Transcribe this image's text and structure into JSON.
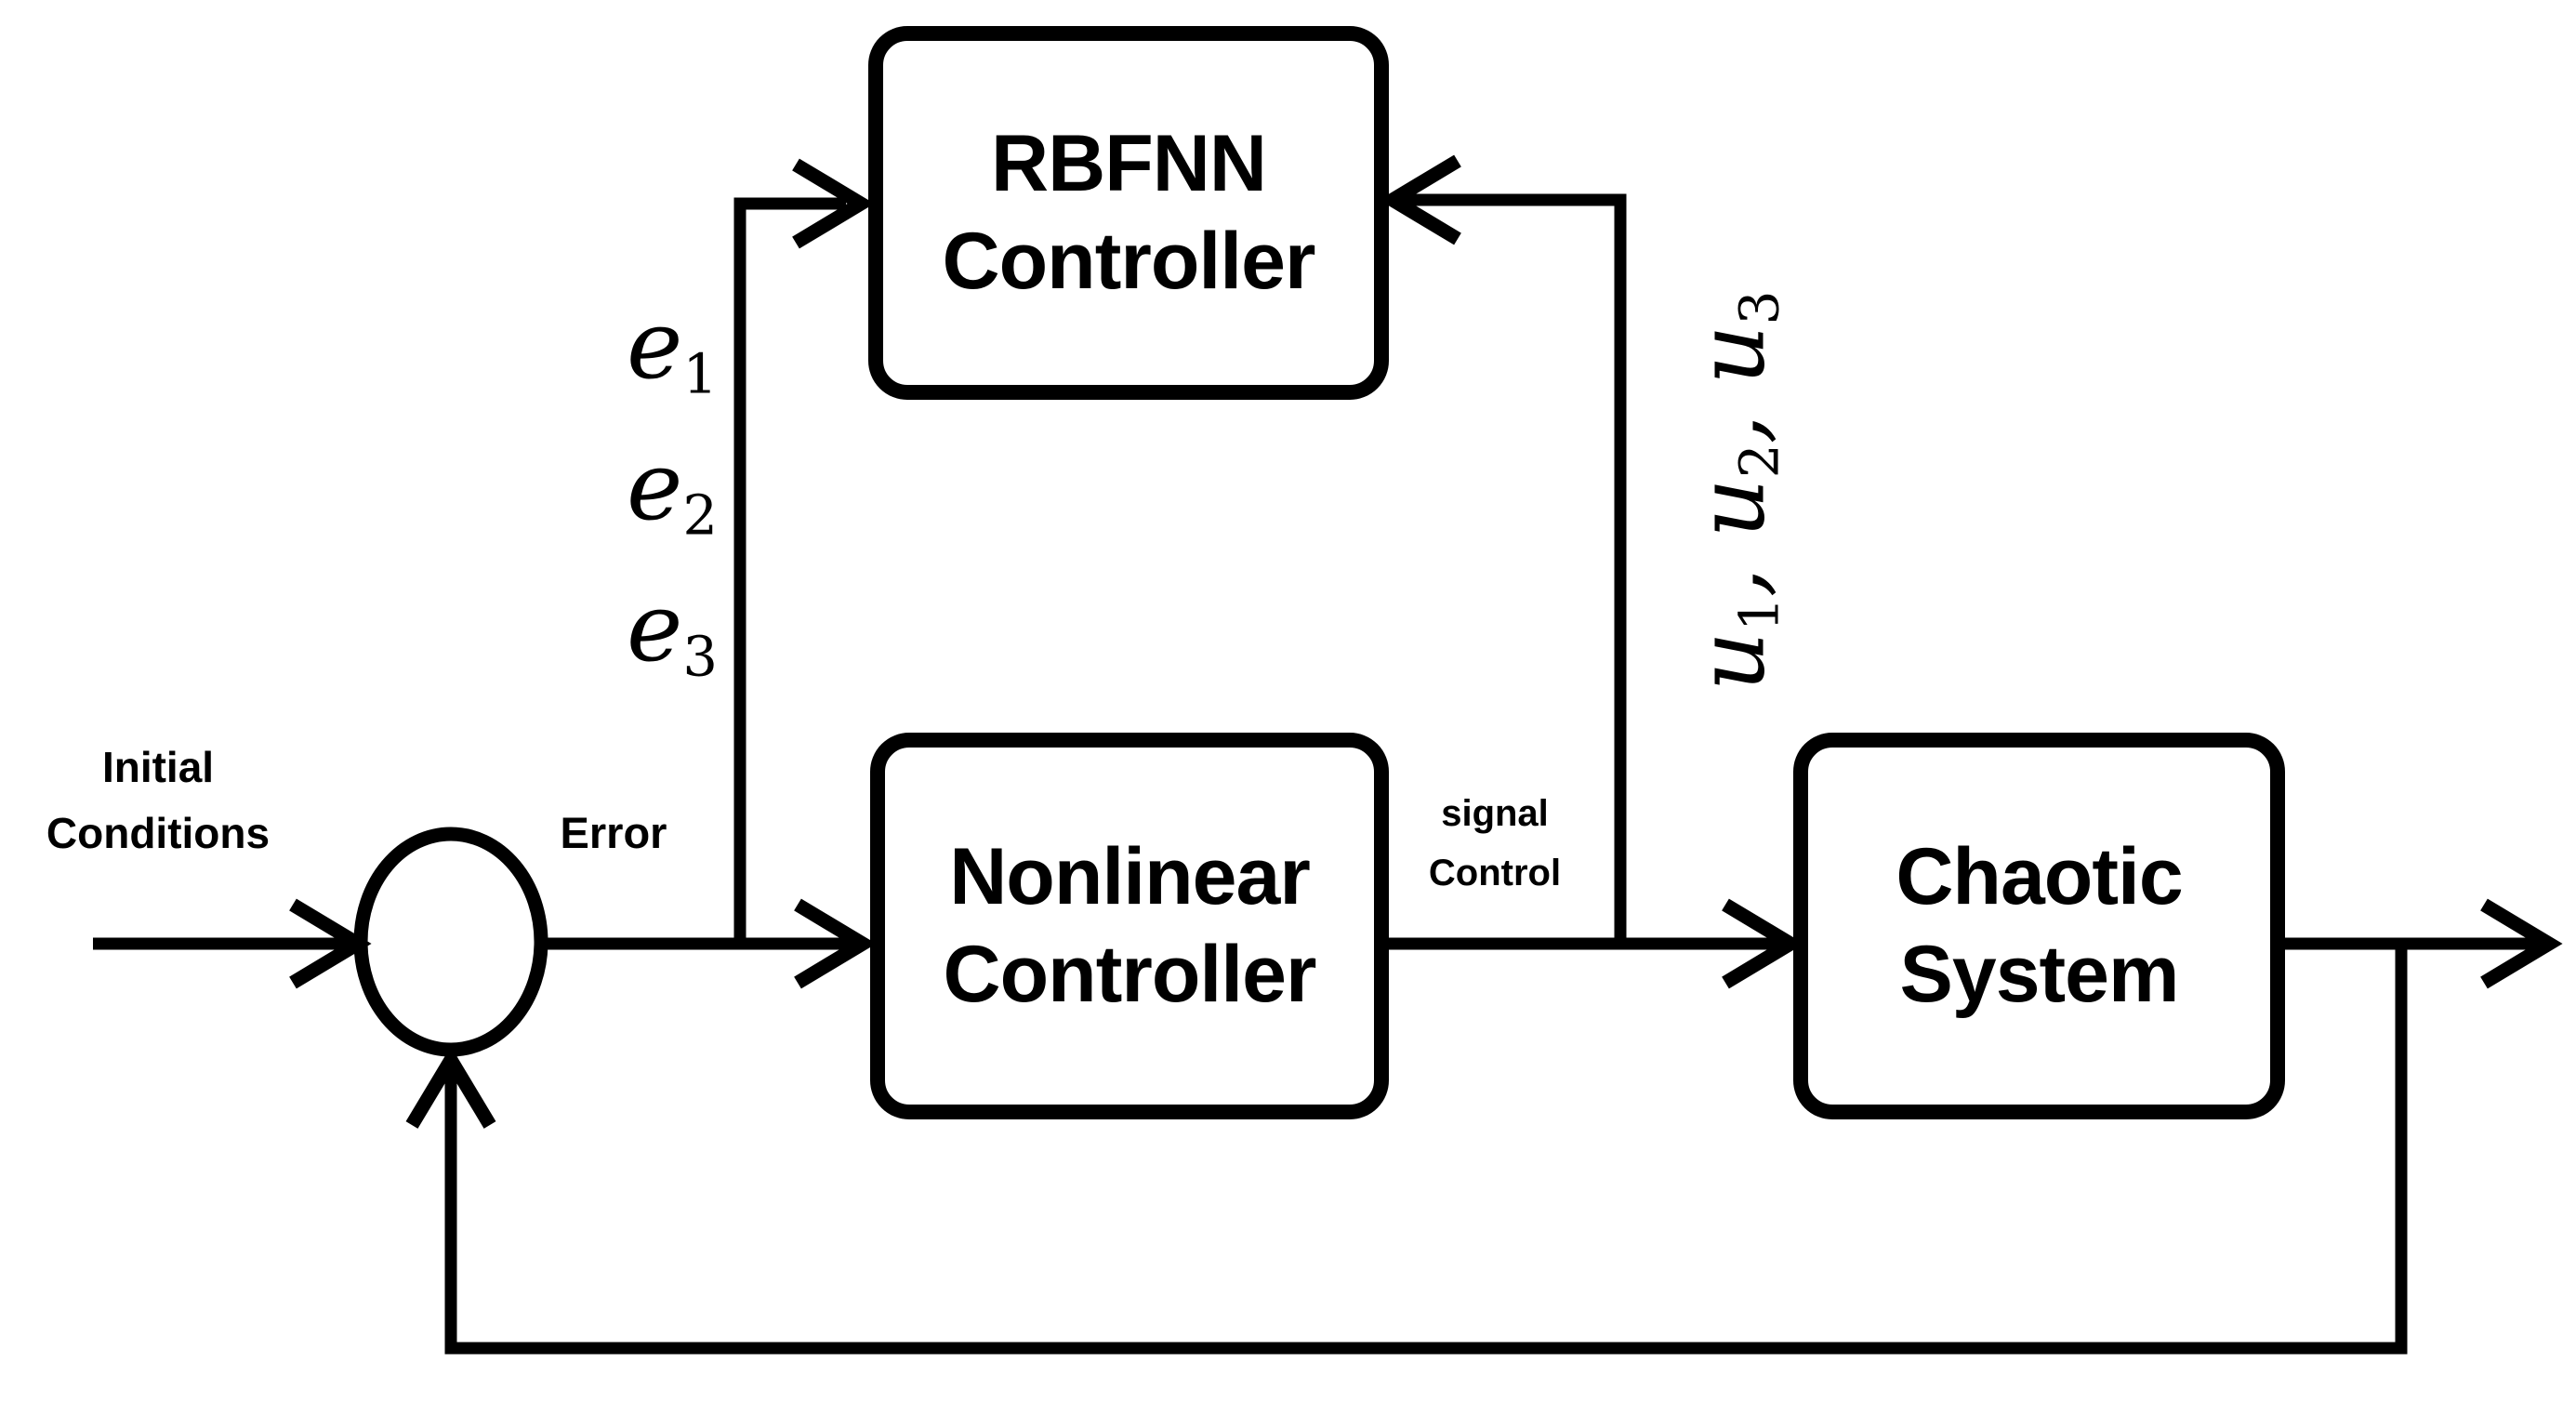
{
  "blocks": {
    "rbfnn": {
      "line1": "RBFNN",
      "line2": "Controller"
    },
    "nonlinear": {
      "line1": "Nonlinear",
      "line2": "Controller"
    },
    "chaotic": {
      "line1": "Chaotic",
      "line2": "System"
    }
  },
  "labels": {
    "initial_conditions": {
      "line1": "Initial",
      "line2": "Conditions"
    },
    "error": "Error",
    "signal_control": {
      "line1": "signal",
      "line2": "Control"
    },
    "error_signals": [
      {
        "base": "e",
        "sub": "1"
      },
      {
        "base": "e",
        "sub": "2"
      },
      {
        "base": "e",
        "sub": "3"
      }
    ],
    "control_signals": {
      "u1": {
        "base": "u",
        "sub": "1"
      },
      "sep1": ", ",
      "u2": {
        "base": "u",
        "sub": "2"
      },
      "sep2": ", ",
      "u3": {
        "base": "u",
        "sub": "3"
      }
    }
  },
  "colors": {
    "stroke": "#000000",
    "background": "#ffffff",
    "text": "#000000"
  }
}
